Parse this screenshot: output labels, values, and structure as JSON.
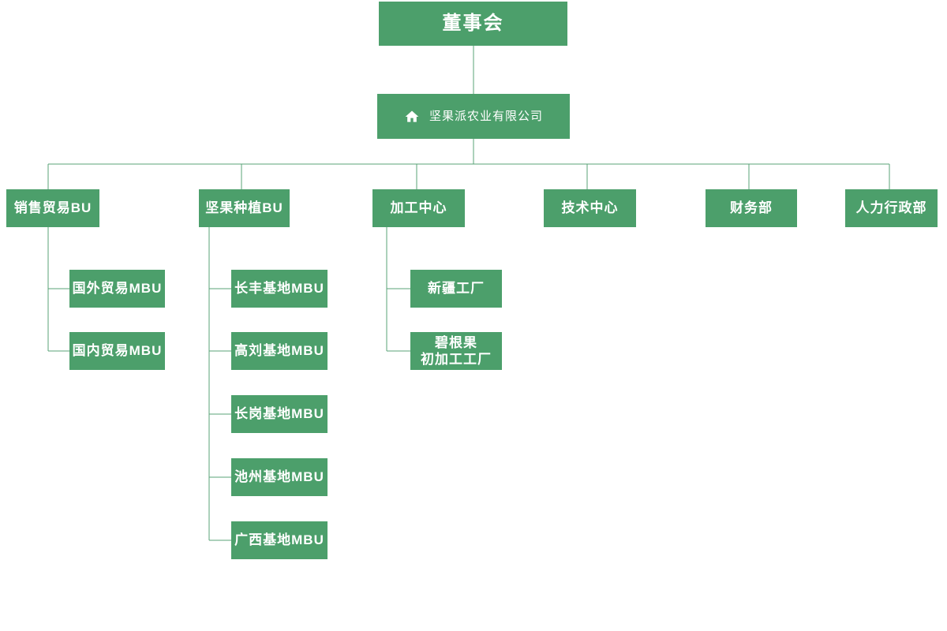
{
  "colors": {
    "node_fill": "#4C9F6B",
    "connector_line": "#58A377",
    "node_text": "#FFFFFF",
    "background": "#FFFFFF"
  },
  "org_chart": {
    "root": {
      "label": "董事会"
    },
    "company": {
      "label": "坚果派农业有限公司",
      "icon": "home-icon"
    },
    "departments": [
      {
        "label": "销售贸易BU"
      },
      {
        "label": "坚果种植BU"
      },
      {
        "label": "加工中心"
      },
      {
        "label": "技术中心"
      },
      {
        "label": "财务部"
      },
      {
        "label": "人力行政部"
      }
    ],
    "sales_children": [
      {
        "label": "国外贸易MBU"
      },
      {
        "label": "国内贸易MBU"
      }
    ],
    "planting_children": [
      {
        "label": "长丰基地MBU"
      },
      {
        "label": "高刘基地MBU"
      },
      {
        "label": "长岗基地MBU"
      },
      {
        "label": "池州基地MBU"
      },
      {
        "label": "广西基地MBU"
      }
    ],
    "processing_children": [
      {
        "label": "新疆工厂"
      },
      {
        "label_line1": "碧根果",
        "label_line2": "初加工工厂"
      }
    ]
  }
}
